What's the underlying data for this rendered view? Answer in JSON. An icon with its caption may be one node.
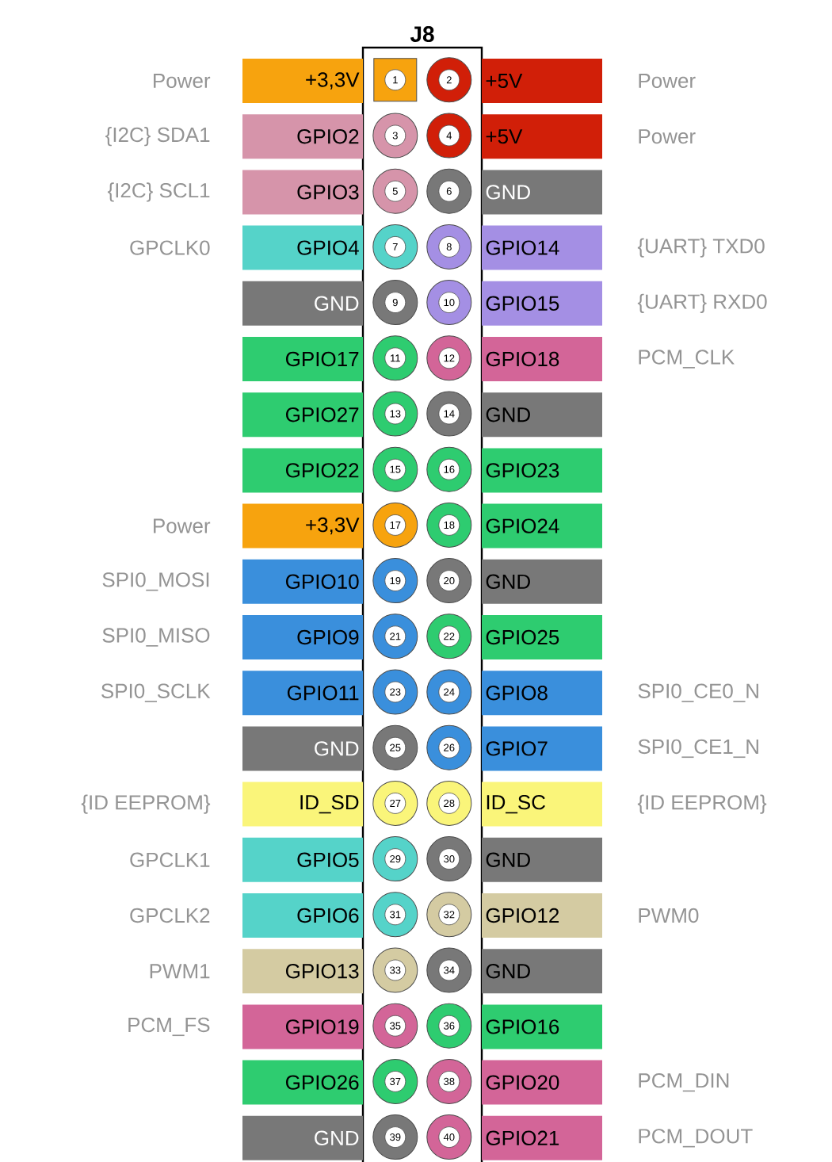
{
  "diagram": {
    "nodes": [
      {
        "text": [
          "J8"
        ]
      },
      {
        "text": [
          "+3,3V"
        ],
        "beside": [
          "Power"
        ]
      },
      {
        "text": [
          "1"
        ],
        "in": 0
      },
      {
        "text": [
          "2"
        ],
        "in": 0
      },
      {
        "text": [
          "+5V"
        ],
        "beside": [
          "Power"
        ]
      },
      {
        "text": [
          "GPIO2"
        ],
        "beside": [
          "{I2C} SDA1"
        ]
      },
      {
        "text": [
          "3"
        ],
        "in": 0
      },
      {
        "text": [
          "4"
        ],
        "in": 0
      },
      {
        "text": [
          "+5V"
        ],
        "beside": [
          "Power"
        ]
      },
      {
        "text": [
          "GPIO3"
        ],
        "beside": [
          "{I2C} SCL1"
        ]
      },
      {
        "text": [
          "5"
        ],
        "in": 0
      },
      {
        "text": [
          "6"
        ],
        "in": 0
      },
      {
        "text": [
          "GND"
        ]
      },
      {
        "text": [
          "GPIO4"
        ],
        "beside": [
          "GPCLK0"
        ]
      },
      {
        "text": [
          "7"
        ],
        "in": 0
      },
      {
        "text": [
          "8"
        ],
        "in": 0
      },
      {
        "text": [
          "GPIO14"
        ],
        "beside": [
          "{UART} TXD0"
        ]
      },
      {
        "text": [
          "GND"
        ]
      },
      {
        "text": [
          "9"
        ],
        "in": 0
      },
      {
        "text": [
          "10"
        ],
        "in": 0
      },
      {
        "text": [
          "GPIO15"
        ],
        "beside": [
          "{UART} RXD0"
        ]
      },
      {
        "text": [
          "GPIO17"
        ]
      },
      {
        "text": [
          "11"
        ],
        "in": 0
      },
      {
        "text": [
          "12"
        ],
        "in": 0
      },
      {
        "text": [
          "GPIO18"
        ],
        "beside": [
          "PCM_CLK"
        ]
      },
      {
        "text": [
          "GPIO27"
        ]
      },
      {
        "text": [
          "13"
        ],
        "in": 0
      },
      {
        "text": [
          "14"
        ],
        "in": 0
      },
      {
        "text": [
          "GND"
        ]
      },
      {
        "text": [
          "GPIO22"
        ]
      },
      {
        "text": [
          "15"
        ],
        "in": 0
      },
      {
        "text": [
          "16"
        ],
        "in": 0
      },
      {
        "text": [
          "GPIO23"
        ]
      },
      {
        "text": [
          "+3,3V"
        ],
        "beside": [
          "Power"
        ]
      },
      {
        "text": [
          "17"
        ],
        "in": 0
      },
      {
        "text": [
          "18"
        ],
        "in": 0
      },
      {
        "text": [
          "GPIO24"
        ]
      },
      {
        "text": [
          "GPIO10"
        ],
        "beside": [
          "SPI0_MOSI"
        ]
      },
      {
        "text": [
          "19"
        ],
        "in": 0
      },
      {
        "text": [
          "20"
        ],
        "in": 0
      },
      {
        "text": [
          "GND"
        ]
      },
      {
        "text": [
          "GPIO9"
        ],
        "beside": [
          "SPI0_MISO"
        ]
      },
      {
        "text": [
          "21"
        ],
        "in": 0
      },
      {
        "text": [
          "22"
        ],
        "in": 0
      },
      {
        "text": [
          "GPIO25"
        ]
      },
      {
        "text": [
          "GPIO11"
        ],
        "beside": [
          "SPI0_SCLK"
        ]
      },
      {
        "text": [
          "23"
        ],
        "in": 0
      },
      {
        "text": [
          "24"
        ],
        "in": 0
      },
      {
        "text": [
          "GPIO8"
        ],
        "beside": [
          "SPI0_CE0_N"
        ]
      },
      {
        "text": [
          "GND"
        ]
      },
      {
        "text": [
          "25"
        ],
        "in": 0
      },
      {
        "text": [
          "26"
        ],
        "in": 0
      },
      {
        "text": [
          "GPIO7"
        ],
        "beside": [
          "SPI0_CE1_N"
        ]
      },
      {
        "text": [
          "ID_SD"
        ],
        "beside": [
          "{ID EEPROM}"
        ]
      },
      {
        "text": [
          "27"
        ],
        "in": 0
      },
      {
        "text": [
          "28"
        ],
        "in": 0
      },
      {
        "text": [
          "ID_SC"
        ],
        "beside": [
          "{ID EEPROM}"
        ]
      },
      {
        "text": [
          "GPIO5"
        ],
        "beside": [
          "GPCLK1"
        ]
      },
      {
        "text": [
          "29"
        ],
        "in": 0
      },
      {
        "text": [
          "30"
        ],
        "in": 0
      },
      {
        "text": [
          "GND"
        ]
      },
      {
        "text": [
          "GPIO6"
        ],
        "beside": [
          "GPCLK2"
        ]
      },
      {
        "text": [
          "31"
        ],
        "in": 0
      },
      {
        "text": [
          "32"
        ],
        "in": 0
      },
      {
        "text": [
          "GPIO12"
        ],
        "beside": [
          "PWM0"
        ]
      },
      {
        "text": [
          "GPIO13"
        ],
        "beside": [
          "PWM1"
        ]
      },
      {
        "text": [
          "33"
        ],
        "in": 0
      },
      {
        "text": [
          "34"
        ],
        "in": 0
      },
      {
        "text": [
          "GND"
        ]
      },
      {
        "text": [
          "GPIO19"
        ],
        "beside": [
          "PCM_FS"
        ]
      },
      {
        "text": [
          "35"
        ],
        "in": 0
      },
      {
        "text": [
          "36"
        ],
        "in": 0
      },
      {
        "text": [
          "GPIO16"
        ]
      },
      {
        "text": [
          "GPIO26"
        ]
      },
      {
        "text": [
          "37"
        ],
        "in": 0
      },
      {
        "text": [
          "38"
        ],
        "in": 0
      },
      {
        "text": [
          "GPIO20"
        ],
        "beside": [
          "PCM_DIN"
        ]
      },
      {
        "text": [
          "GND"
        ]
      },
      {
        "text": [
          "39"
        ],
        "in": 0
      },
      {
        "text": [
          "40"
        ],
        "in": 0
      },
      {
        "text": [
          "GPIO21"
        ],
        "beside": [
          "PCM_DOUT"
        ]
      }
    ]
  }
}
